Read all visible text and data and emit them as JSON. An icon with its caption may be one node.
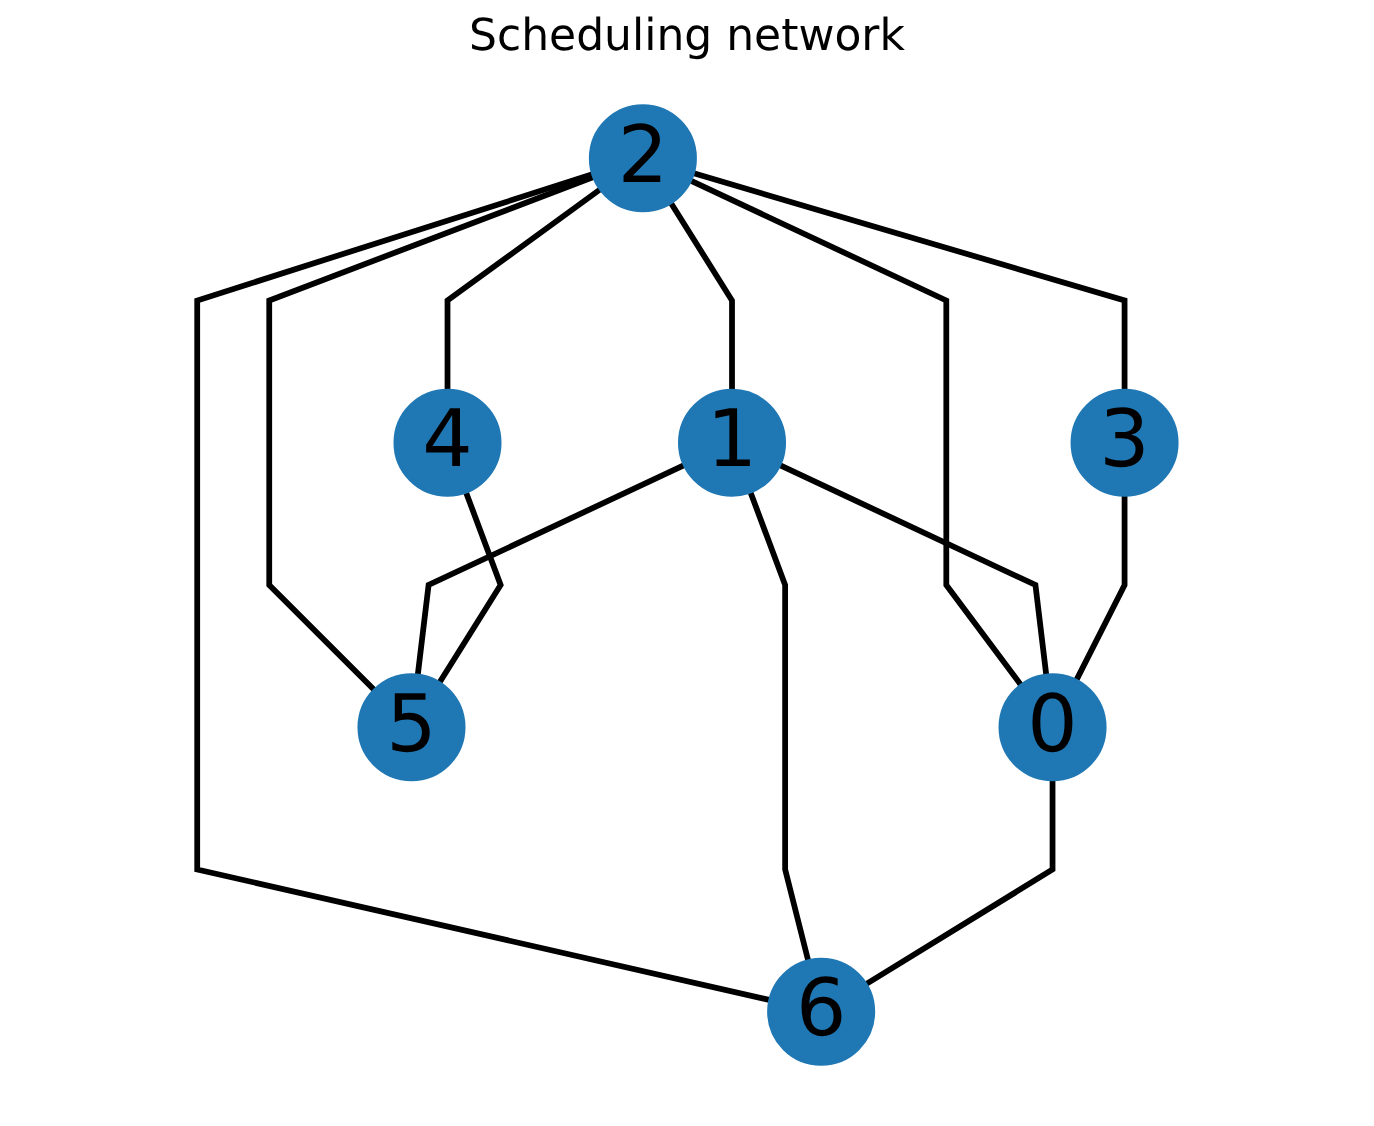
{
  "diagram": {
    "title": "Scheduling network",
    "nodes": [
      {
        "text": [
          "2"
        ]
      },
      {
        "text": [
          "1"
        ]
      },
      {
        "text": [
          "3"
        ]
      },
      {
        "text": [
          "0"
        ]
      },
      {
        "text": [
          "4"
        ]
      },
      {
        "text": [
          "6"
        ]
      },
      {
        "text": [
          "5"
        ]
      }
    ],
    "edges": [
      {
        "from": 0,
        "to": 1,
        "arrow": "none"
      },
      {
        "from": 0,
        "to": 2,
        "arrow": "none"
      },
      {
        "from": 0,
        "to": 4,
        "arrow": "none"
      },
      {
        "from": 0,
        "to": 6,
        "arrow": "none"
      },
      {
        "from": 0,
        "to": 5,
        "arrow": "none"
      },
      {
        "from": 0,
        "to": 3,
        "arrow": "none"
      },
      {
        "from": 1,
        "to": 3,
        "arrow": "none"
      },
      {
        "from": 1,
        "to": 5,
        "arrow": "none"
      },
      {
        "from": 1,
        "to": 6,
        "arrow": "none"
      },
      {
        "from": 2,
        "to": 3,
        "arrow": "none"
      },
      {
        "from": 3,
        "to": 5,
        "arrow": "none"
      },
      {
        "from": 4,
        "to": 6,
        "arrow": "none"
      }
    ]
  }
}
